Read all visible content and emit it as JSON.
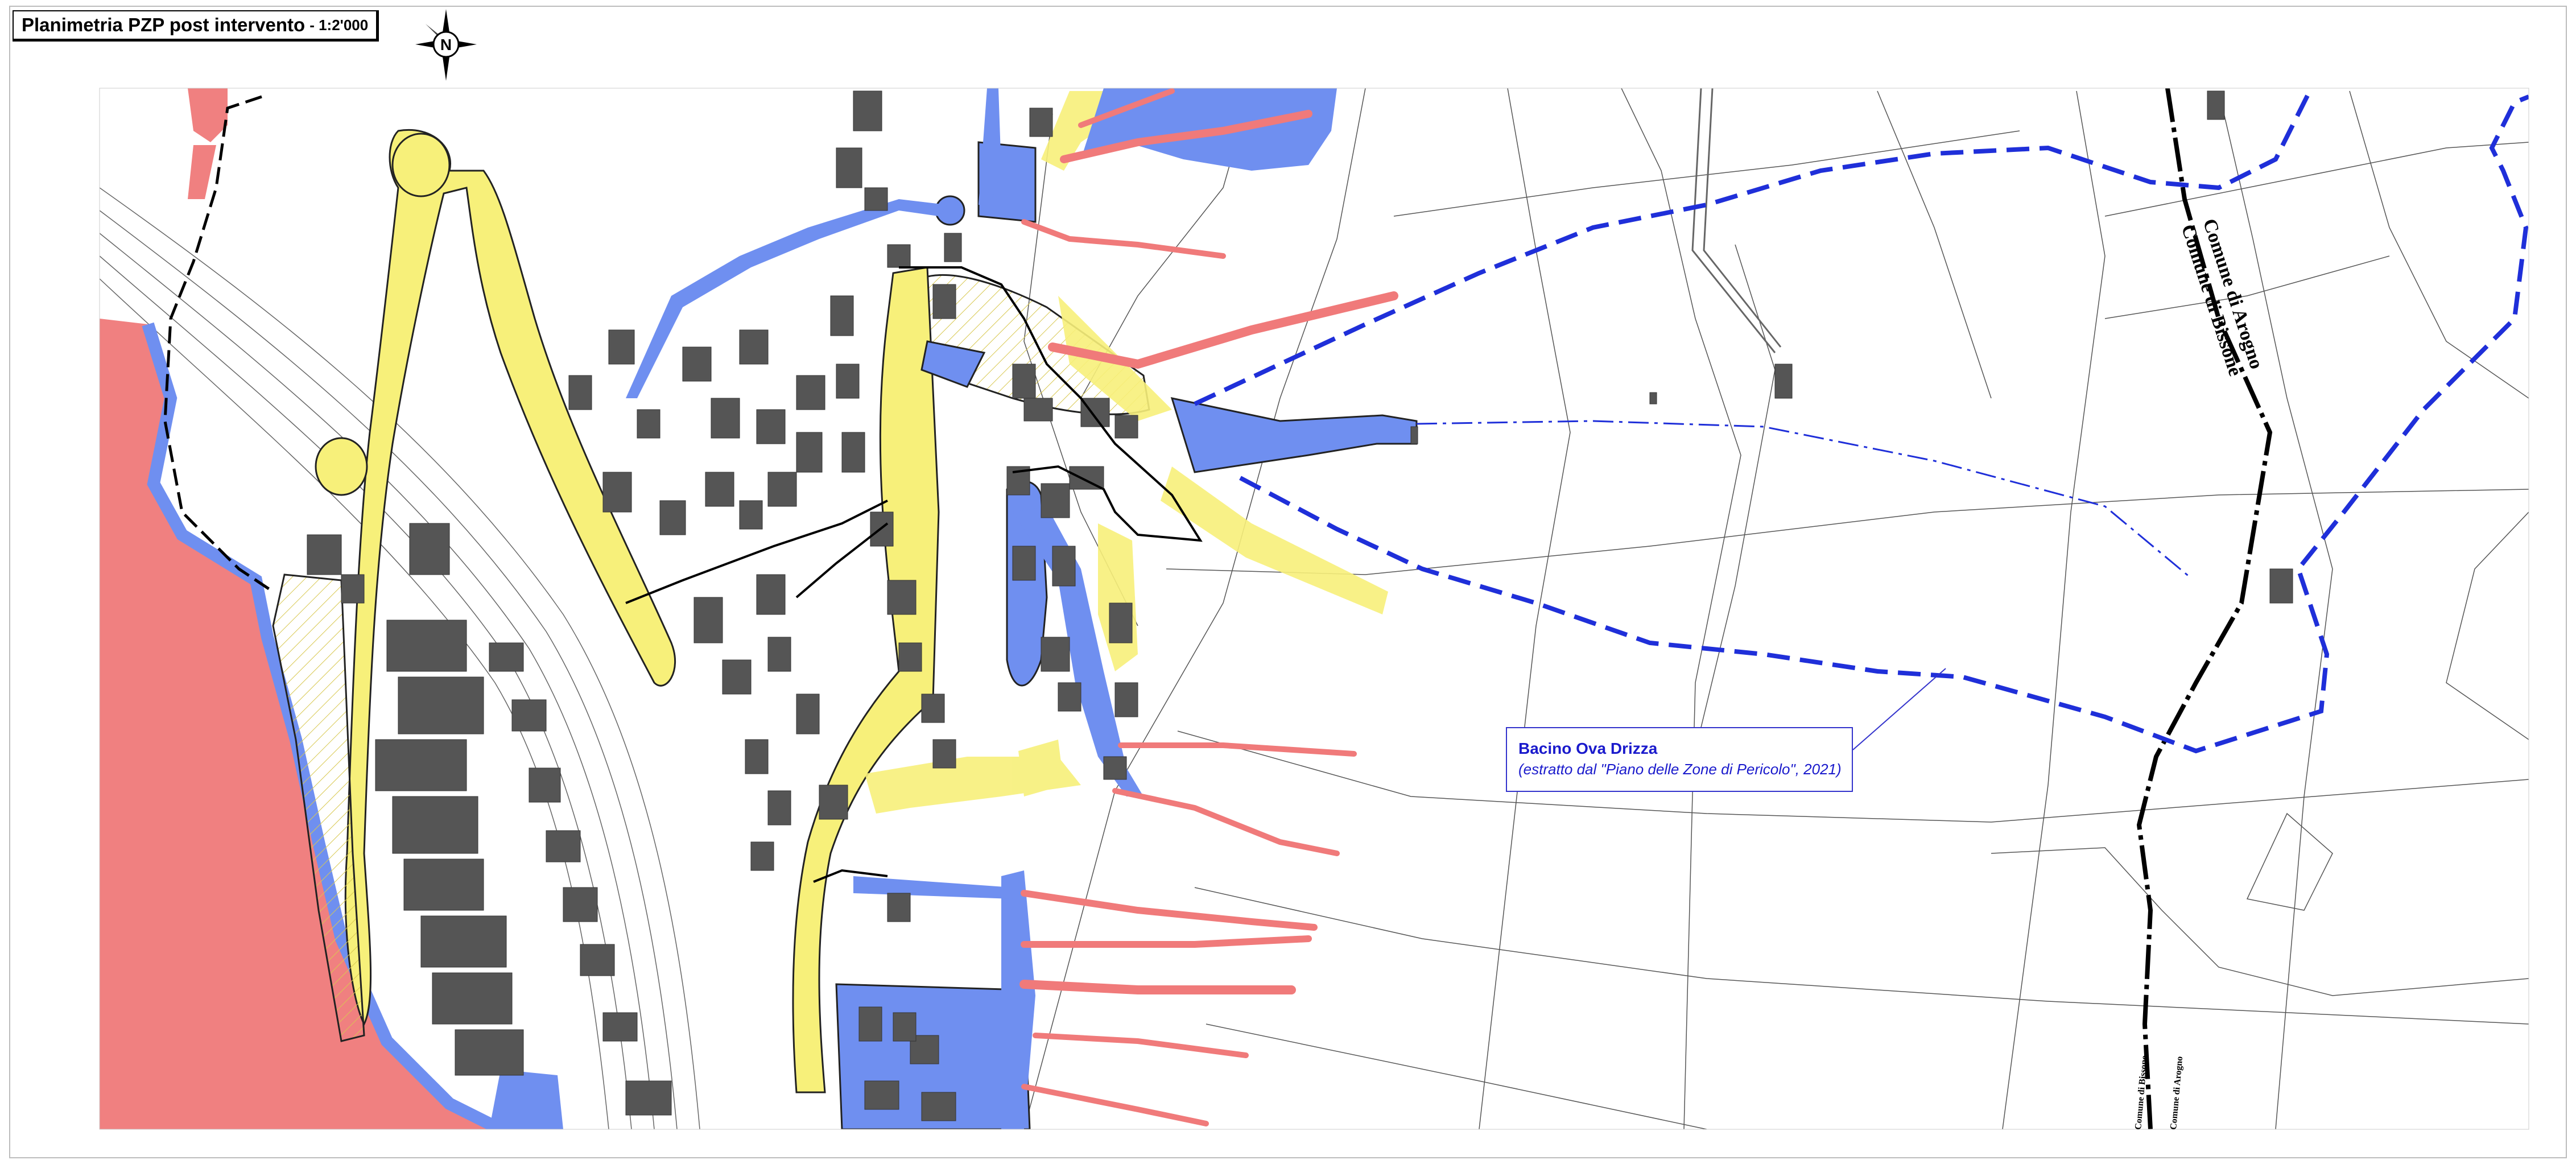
{
  "title": {
    "main": "Planimetria PZP post intervento",
    "scale": "- 1:2'000"
  },
  "north_arrow": {
    "letter": "N",
    "icon": "compass-rose-icon"
  },
  "legend": {
    "title": "Bacino Ova Drizza",
    "subtitle": "(estratto dal \"Piano delle Zone di Pericolo\", 2021)"
  },
  "labels": {
    "commune_upper": "Comune di Arogno",
    "commune_lower": "Comune di Bissone",
    "bottom_left": "Comune di Bissone",
    "bottom_right": "Comune di Arogno"
  },
  "colors": {
    "lake": "#f08080",
    "hazard_red": "#f07a7a",
    "hazard_blue": "#6f8ff0",
    "hazard_yellow": "#f7f07a",
    "building": "#555555",
    "basin_boundary": "#1f2fd9",
    "municipal_border": "#000000",
    "legend_text": "#1a1acc"
  }
}
